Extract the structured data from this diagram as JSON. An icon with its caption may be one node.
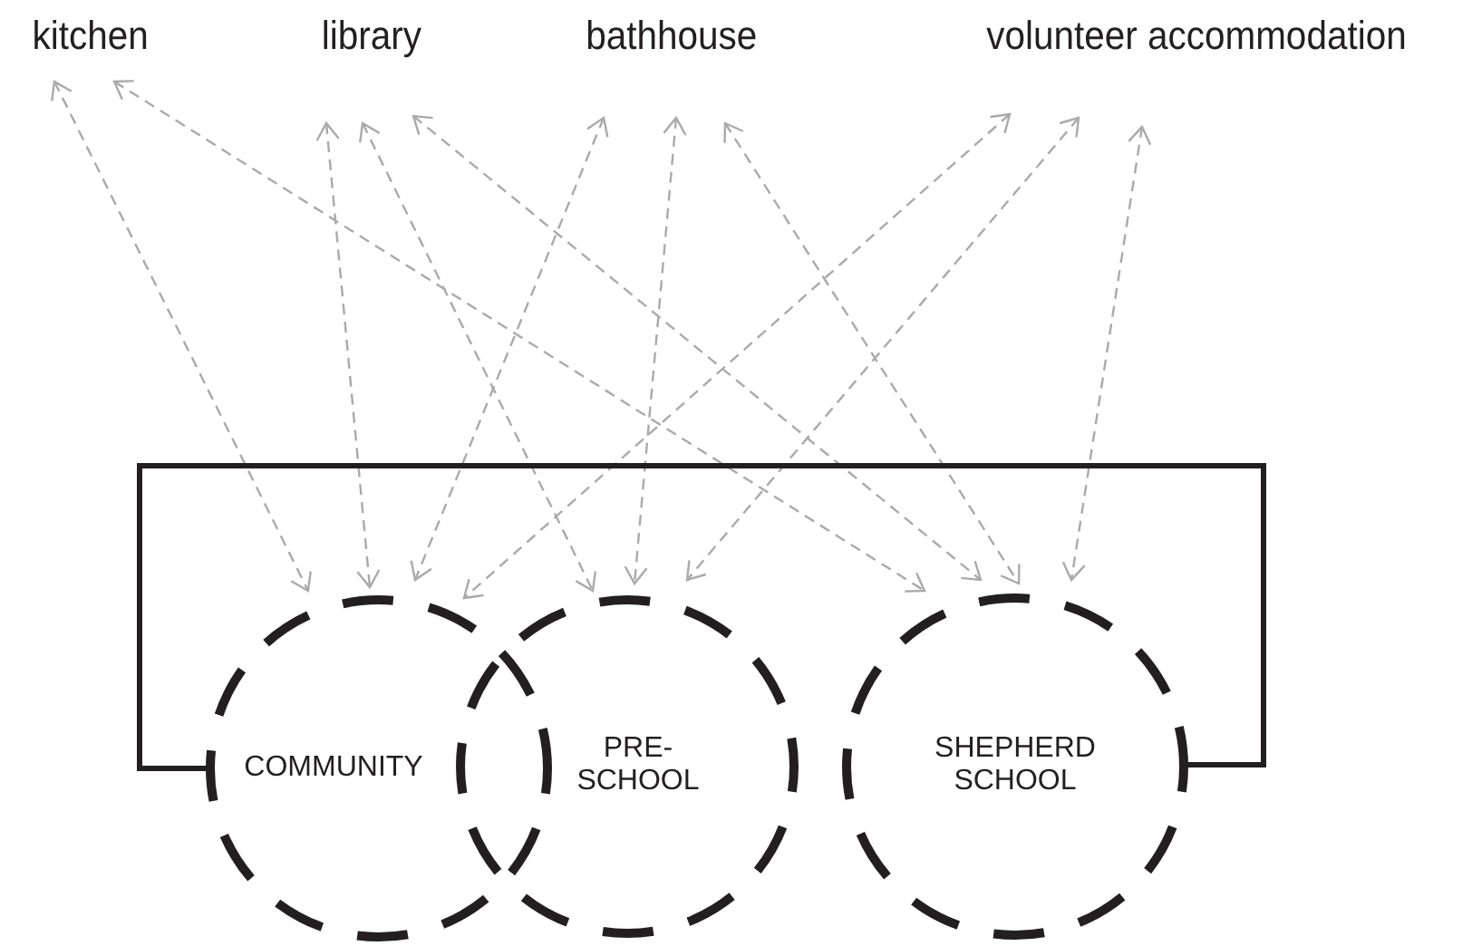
{
  "diagram": {
    "nodes": [
      {
        "text": [
          "kitchen"
        ]
      },
      {
        "text": [
          "library"
        ]
      },
      {
        "text": [
          "bathhouse"
        ]
      },
      {
        "text": [
          "volunteer accommodation"
        ]
      },
      {
        "text": [
          "COMMUNITY"
        ]
      },
      {
        "text": [
          "PRE- SCHOOL"
        ]
      },
      {
        "text": [
          "SHEPHERD SCHOOL"
        ]
      }
    ],
    "edges": [
      {
        "from": 0,
        "to": 4,
        "arrow": "both",
        "style": "dashed"
      },
      {
        "from": 0,
        "to": 6,
        "arrow": "both",
        "style": "dashed"
      },
      {
        "from": 1,
        "to": 4,
        "arrow": "both",
        "style": "dashed"
      },
      {
        "from": 1,
        "to": 5,
        "arrow": "both",
        "style": "dashed"
      },
      {
        "from": 1,
        "to": 6,
        "arrow": "both",
        "style": "dashed"
      },
      {
        "from": 2,
        "to": 4,
        "arrow": "both",
        "style": "dashed"
      },
      {
        "from": 2,
        "to": 5,
        "arrow": "both",
        "style": "dashed"
      },
      {
        "from": 2,
        "to": 6,
        "arrow": "both",
        "style": "dashed"
      },
      {
        "from": 3,
        "to": 4,
        "arrow": "both",
        "style": "dashed"
      },
      {
        "from": 3,
        "to": 5,
        "arrow": "both",
        "style": "dashed"
      },
      {
        "from": 3,
        "to": 6,
        "arrow": "both",
        "style": "dashed"
      },
      {
        "from": 4,
        "to": 6,
        "arrow": "other",
        "style": "thick",
        "color": "#231f20"
      }
    ]
  }
}
